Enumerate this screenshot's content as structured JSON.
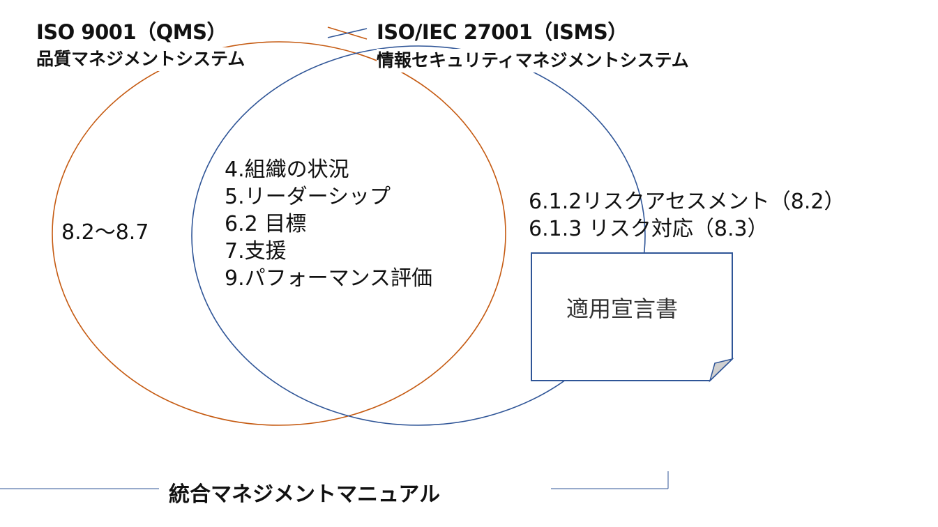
{
  "qms": {
    "title": "ISO 9001（QMS）",
    "subtitle": "品質マネジメントシステム",
    "color": "#c55a11"
  },
  "isms": {
    "title": "ISO/IEC 27001（ISMS）",
    "subtitle": "情報セキュリティマネジメントシステム",
    "color": "#2f5597"
  },
  "qms_only": "8.2〜8.7",
  "common": [
    "4.組織の状況",
    "5.リーダーシップ",
    "6.2 目標",
    "7.支援",
    "9.パフォーマンス評価"
  ],
  "isms_only": [
    "6.1.2リスクアセスメント（8.2）",
    "6.1.3 リスク対応（8.3）"
  ],
  "document": "適用宣言書",
  "footer": "統合マネジメントマニュアル"
}
